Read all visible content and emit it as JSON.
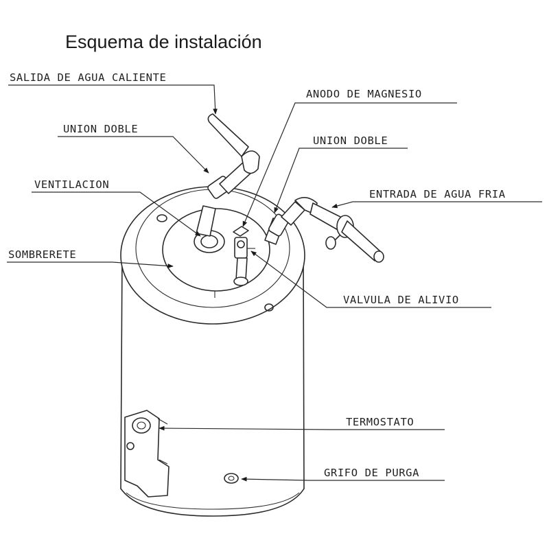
{
  "title": "Esquema de instalación",
  "labels": {
    "salida_agua_caliente": "SALIDA DE AGUA CALIENTE",
    "anodo_magnesio": "ANODO DE MAGNESIO",
    "union_doble_izq": "UNION DOBLE",
    "union_doble_der": "UNION DOBLE",
    "ventilacion": "VENTILACION",
    "entrada_agua_fria": "ENTRADA DE AGUA FRIA",
    "sombrerete": "SOMBRERETE",
    "valvula_alivio": "VALVULA DE ALIVIO",
    "termostato": "TERMOSTATO",
    "grifo_purga": "GRIFO DE PURGA"
  }
}
